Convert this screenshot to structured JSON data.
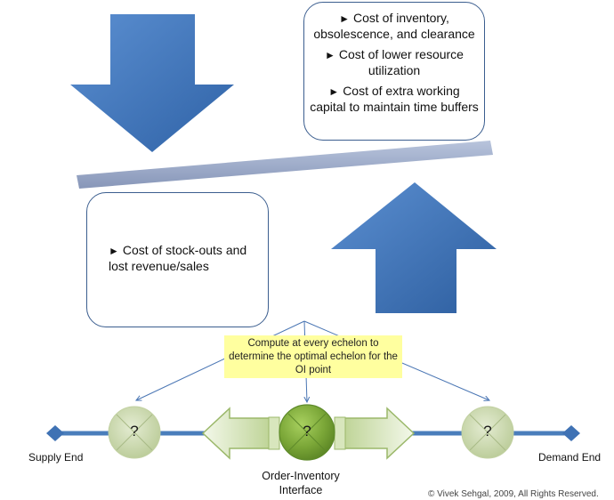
{
  "top_box": {
    "items": [
      "Cost of inventory, obsolescence, and clearance",
      "Cost of lower resource utilization",
      "Cost of extra working capital to maintain time buffers"
    ]
  },
  "left_box": {
    "items": [
      "Cost of stock-outs and lost revenue/sales"
    ]
  },
  "bullet_glyph": "►",
  "callout": "Compute at every echelon to determine the optimal echelon for the OI point",
  "nodes": {
    "left_mark": "?",
    "center_mark": "?",
    "right_mark": "?"
  },
  "labels": {
    "supply_end": "Supply End",
    "demand_end": "Demand End",
    "oi_line1": "Order-Inventory",
    "oi_line2": "Interface"
  },
  "copyright": "© Vivek Sehgal, 2009, All Rights Reserved.",
  "colors": {
    "arrow_blue": "#3a72b8",
    "bar": "#95a5c6",
    "timeline": "#4a7ebb",
    "center_node": "#7aa637",
    "side_node": "#c9d6ae",
    "callout_bg": "#ffff9f"
  }
}
